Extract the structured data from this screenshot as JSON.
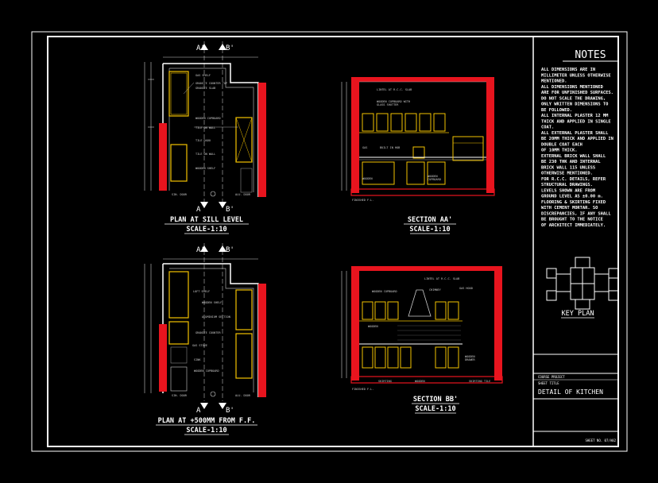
{
  "colors": {
    "background": "#000000",
    "border": "#ffffff",
    "wall_red": "#e8141e",
    "cabinet_yellow": "#f2c200",
    "dim_white": "#d8d8d8",
    "hatch_grey": "#888888"
  },
  "drawings": {
    "plan_sill": {
      "title": "PLAN AT SILL LEVEL",
      "scale": "SCALE-1:10",
      "grid_a": "A'",
      "grid_b": "B'"
    },
    "section_aa": {
      "title": "SECTION AA'",
      "scale": "SCALE-1:10"
    },
    "plan_500": {
      "title": "PLAN AT +500MM FROM F.F.",
      "scale": "SCALE-1:10",
      "grid_a": "A'",
      "grid_b": "B'"
    },
    "section_bb": {
      "title": "SECTION BB'",
      "scale": "SCALE-1:10"
    }
  },
  "notes": {
    "heading": "NOTES",
    "lines": [
      "ALL DIMENSIONS ARE IN",
      "MILLIMETER UNLESS OTHERWISE",
      "MENTIONED.",
      "ALL DIMENSIONS MENTIONED",
      "ARE FOR UNFINISHED SURFACES.",
      "DO NOT SCALE THE DRAWING,",
      "ONLY WRITTEN DIMENSIONS TO",
      "BE FOLLOWED.",
      "ALL INTERNAL PLASTER 12 MM",
      "THICK AND APPLIED IN SINGLE",
      "COAT.",
      "ALL EXTERNAL PLASTER SHALL",
      "BE 20MM THICK AND APPLIED IN",
      "DOUBLE COAT EACH",
      "OF 10MM THICK.",
      "EXTERNAL BRICK WALL SHALL",
      "BE 230 THK AND INTERNAL",
      "BRICK WALL 115 UNLESS",
      "OTHERWISE MENTIONED.",
      "FOR R.C.C. DETAILS, REFER",
      "STRUCTURAL DRAWINGS.",
      "LEVELS SHOWN ARE FROM",
      "GROUND LEVEL AS ±0.00 m.",
      "FLOORING & SKIRTING FIXED",
      "WITH CEMENT MORTAR. SO",
      "DISCREPANCIES, IF ANY SHALL",
      "BE BROUGHT TO THE NOTICE",
      "OF ARCHITECT IMMEDIATELY."
    ]
  },
  "key_plan": {
    "label": "KEY PLAN"
  },
  "title_block": {
    "project_label": "COURSE PROJECT",
    "sheet_label": "SHEET TITLE",
    "sheet_title": "DETAIL OF KITCHEN",
    "sheet_no": "SHEET NO. 07/A02"
  }
}
